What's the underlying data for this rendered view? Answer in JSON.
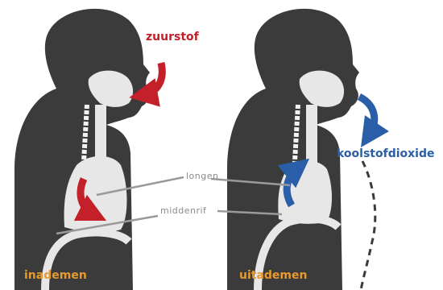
{
  "labels": {
    "oxygen": "zuurstof",
    "co2": "koolstofdioxide",
    "lungs": "longen",
    "diaphragm": "middenrif",
    "inhale": "inademen",
    "exhale": "uitademen"
  },
  "colors": {
    "body": "#3b3b3b",
    "organ_fill": "#e7e7e7",
    "inhale_arrow": "#c4202a",
    "exhale_arrow": "#2a5ea8",
    "caption": "#e79a2f",
    "leader": "#9a9a9a"
  }
}
